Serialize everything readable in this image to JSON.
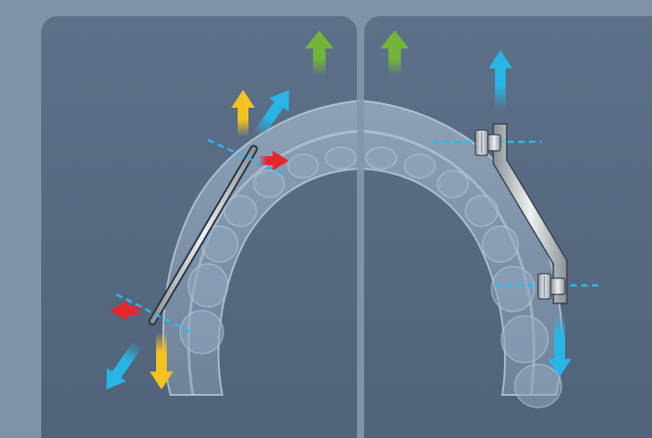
{
  "diagram": {
    "panels": [
      {
        "id": "left",
        "appliance": "diagonal-bar"
      },
      {
        "id": "right",
        "appliance": "bracket-screw"
      }
    ],
    "colors": {
      "background": "#7f92a8",
      "panel": "#596c85",
      "tray": "#a9c1d5",
      "green_arrow": "#72b53a",
      "yellow_arrow": "#f3c321",
      "cyan_arrow": "#28b6e6",
      "red_arrow": "#e5262a",
      "dashed_line": "#2fb8ea",
      "metal": "#c9ced3"
    },
    "icons": [
      "arrow-up-green",
      "arrow-up-yellow",
      "arrow-down-yellow",
      "arrow-cyan",
      "arrow-red",
      "dashed-axis",
      "screw"
    ]
  }
}
